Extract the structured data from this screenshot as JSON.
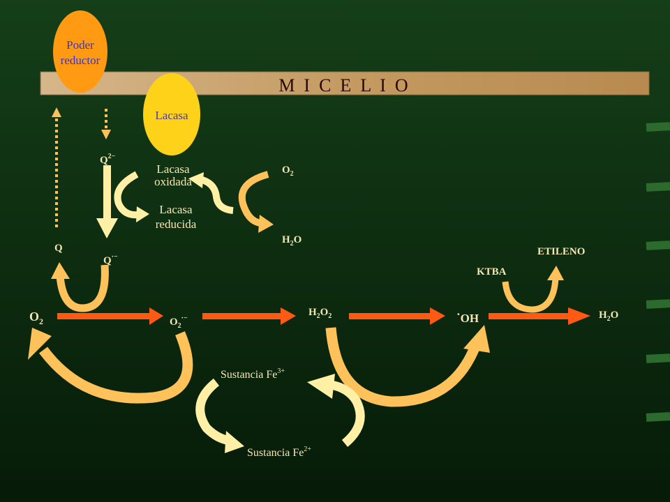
{
  "banner": {
    "title": "M  I  C  E  L  I  O"
  },
  "poder": {
    "line1": "Poder",
    "line2": "reductor"
  },
  "lacasa_bubble": {
    "label": "Lacasa"
  },
  "cycle": {
    "oxidada_1": "Lacasa",
    "oxidada_2": "oxidada",
    "reducida_1": "Lacasa",
    "reducida_2": "reducida"
  },
  "species": {
    "q_quinone": "Q",
    "q_radical": "Q",
    "o2_top": "O",
    "h2o_top": "H",
    "o2_main": "O",
    "superoxide": "O",
    "h2o2": "H",
    "hydroxyl": "OH",
    "h2o_right": "H",
    "ktba": "KTBA",
    "etileno": "ETILENO",
    "fe3": "Sustancia Fe",
    "fe2": "Sustancia Fe"
  },
  "colors": {
    "background": "#0b2a0e",
    "bar": "#c6a06a",
    "orange": "#ff9a12",
    "yellow": "#ffd21a",
    "arrow_red": "#ff5a14",
    "cream": "#fff0a6",
    "light_orange": "#ffc25a"
  }
}
